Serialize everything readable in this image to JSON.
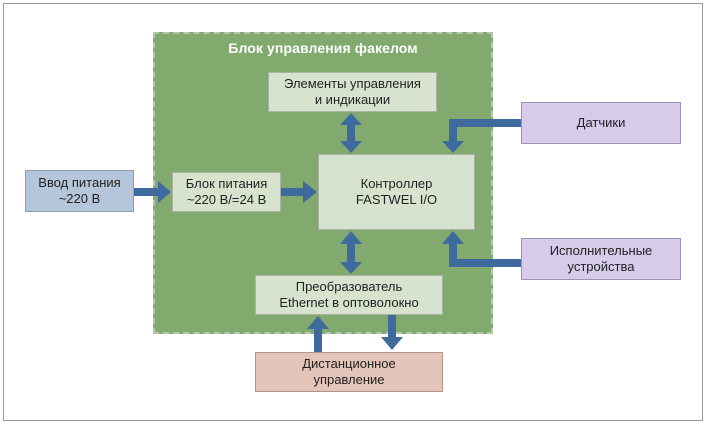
{
  "diagram": {
    "title": "Блок управления факелом",
    "nodes": {
      "controls": "Элементы управления\nи индикации",
      "controller": "Контроллер\nFASTWEL I/O",
      "psu": "Блок питания\n~220 В/=24 В",
      "converter": "Преобразователь\nEthernet в оптоволокно",
      "power_input": "Ввод питания\n~220 В",
      "sensors": "Датчики",
      "actuators": "Исполнительные\nустройства",
      "remote": "Дистанционное\nуправление"
    },
    "colors": {
      "panel": "#82a96e",
      "inner_box": "#d7e3cf",
      "arrow": "#3e6a9e",
      "power_input": "#b6c6da",
      "io_devices": "#d6ccea",
      "remote": "#e2c4b8"
    }
  }
}
